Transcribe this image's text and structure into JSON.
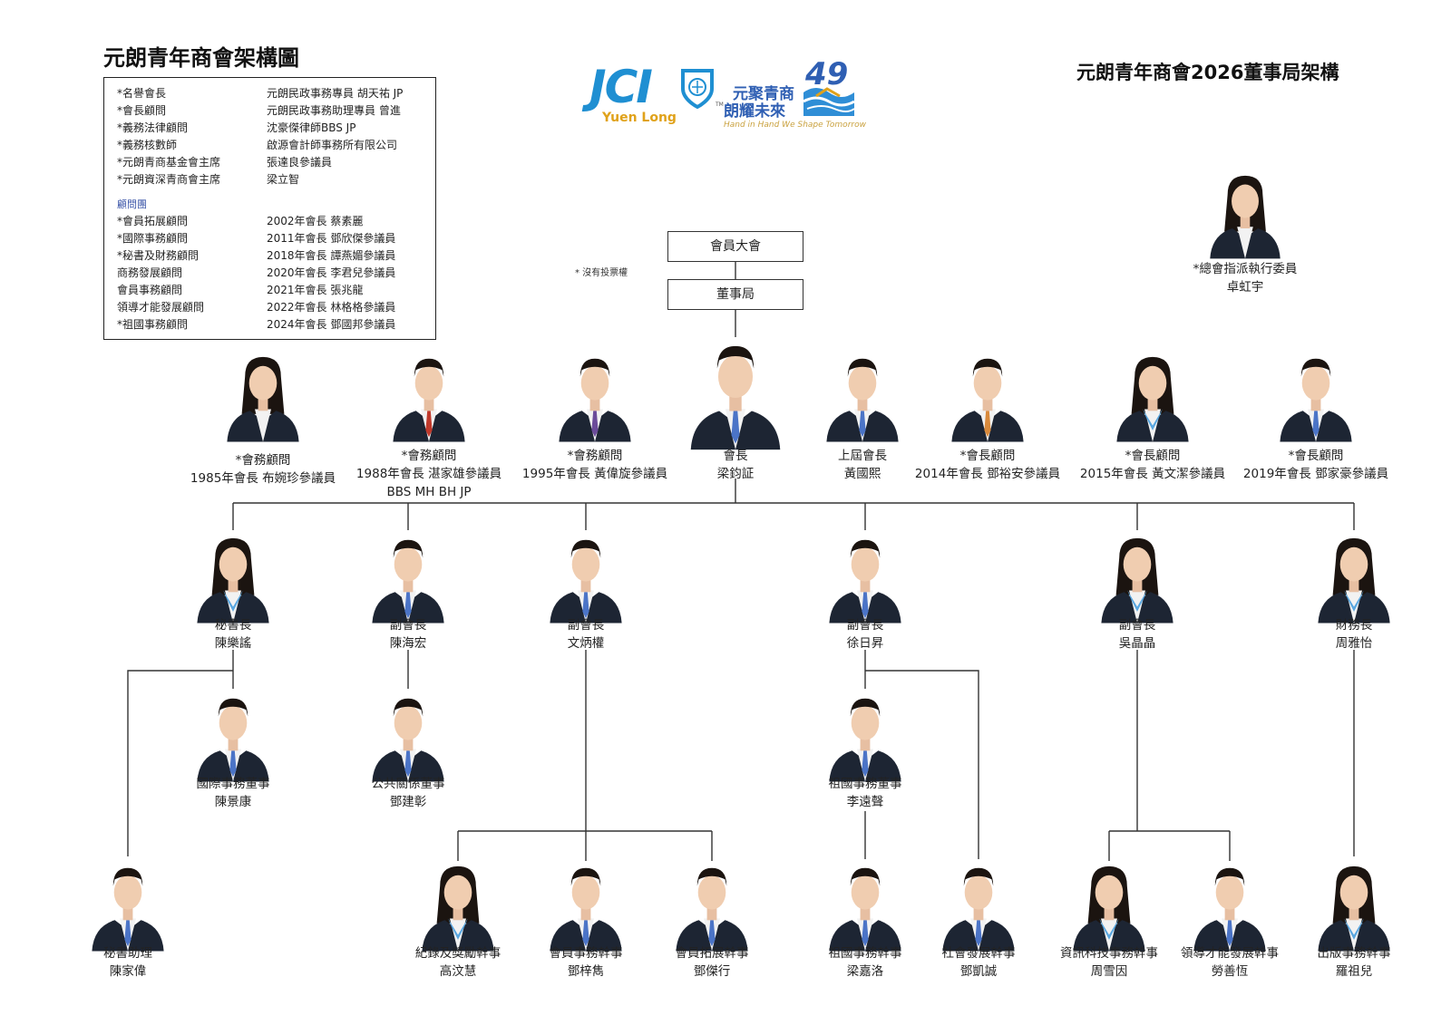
{
  "title_left": "元朗青年商會架構圖",
  "title_right": "元朗青年商會2026董事局架構",
  "logo": {
    "jci": "JCI",
    "jci_sub": "Yuen Long",
    "tm": "TM",
    "slogan_cn_1": "元聚青商",
    "slogan_cn_2": "朗耀未來",
    "slogan_en": "Hand in Hand We Shape Tomorrow",
    "anniversary": "49"
  },
  "honorary": [
    {
      "role": "*名譽會長",
      "name": "元朗民政事務專員 胡天祐 JP"
    },
    {
      "role": "*會長顧問",
      "name": "元朗民政事務助理專員 曾進"
    },
    {
      "role": "*義務法律顧問",
      "name": "沈豪傑律師BBS JP"
    },
    {
      "role": "*義務核數師",
      "name": "啟源會計師事務所有限公司"
    },
    {
      "role": "*元朗青商基金會主席",
      "name": "張達良參議員"
    },
    {
      "role": "*元朗資深青商會主席",
      "name": "梁立智"
    }
  ],
  "advisory_group_label": "顧問團",
  "advisors": [
    {
      "role": "*會員拓展顧問",
      "name": "2002年會長 蔡素麗"
    },
    {
      "role": "*國際事務顧問",
      "name": "2011年會長 鄧欣傑參議員"
    },
    {
      "role": "*秘書及財務顧問",
      "name": "2018年會長 譚燕媚參議員"
    },
    {
      "role": "商務發展顧問",
      "name": "2020年會長 李君兒參議員"
    },
    {
      "role": "會員事務顧問",
      "name": "2021年會長 張兆龍"
    },
    {
      "role": "領導才能發展顧問",
      "name": "2022年會長 林格格參議員"
    },
    {
      "role": "*祖國事務顧問",
      "name": "2024年會長 鄧國邦參議員"
    }
  ],
  "no_vote_note": "* 沒有投票權",
  "org_boxes": {
    "general_meeting": "會員大會",
    "board": "董事局"
  },
  "exec_delegate": {
    "line1": "*總會指派執行委員",
    "line2": "卓虹宇"
  },
  "row1": [
    {
      "line1": "*會務顧問",
      "line2": "1985年會長 布婉珍參議員",
      "line3": ""
    },
    {
      "line1": "*會務顧問",
      "line2": "1988年會長 湛家雄參議員",
      "line3": "BBS MH BH JP"
    },
    {
      "line1": "*會務顧問",
      "line2": "1995年會長 黃偉旋參議員",
      "line3": ""
    },
    {
      "line1": "會長",
      "line2": "梁鈞証",
      "line3": ""
    },
    {
      "line1": "上屆會長",
      "line2": "黃國熙",
      "line3": ""
    },
    {
      "line1": "*會長顧問",
      "line2": "2014年會長 鄧裕安參議員",
      "line3": ""
    },
    {
      "line1": "*會長顧問",
      "line2": "2015年會長 黃文潔參議員",
      "line3": ""
    },
    {
      "line1": "*會長顧問",
      "line2": "2019年會長 鄧家豪參議員",
      "line3": ""
    }
  ],
  "row2": [
    {
      "line1": "秘書長",
      "line2": "陳樂謠"
    },
    {
      "line1": "副會長",
      "line2": "陳海宏"
    },
    {
      "line1": "副會長",
      "line2": "文炳權"
    },
    {
      "line1": "副會長",
      "line2": "徐日昇"
    },
    {
      "line1": "副會長",
      "line2": "吳晶晶"
    },
    {
      "line1": "財務長",
      "line2": "周雅怡"
    }
  ],
  "row3": [
    {
      "line1": "國際事務董事",
      "line2": "陳景康"
    },
    {
      "line1": "公共關係董事",
      "line2": "鄧建彰"
    },
    {
      "line1": "祖國事務董事",
      "line2": "李遠聲"
    }
  ],
  "row4": [
    {
      "line1": "秘書助理",
      "line2": "陳家偉"
    },
    {
      "line1": "紀錄及獎勵幹事",
      "line2": "高汶慧"
    },
    {
      "line1": "會員事務幹事",
      "line2": "鄧梓雋"
    },
    {
      "line1": "會員拓展幹事",
      "line2": "鄧傑行"
    },
    {
      "line1": "祖國事務幹事",
      "line2": "梁嘉洛"
    },
    {
      "line1": "社會發展幹事",
      "line2": "鄧凱誠"
    },
    {
      "line1": "資訊科技事務幹事",
      "line2": "周雪因"
    },
    {
      "line1": "領導才能發展幹事",
      "line2": "勞善恆"
    },
    {
      "line1": "出版事務幹事",
      "line2": "羅祖兒"
    }
  ]
}
